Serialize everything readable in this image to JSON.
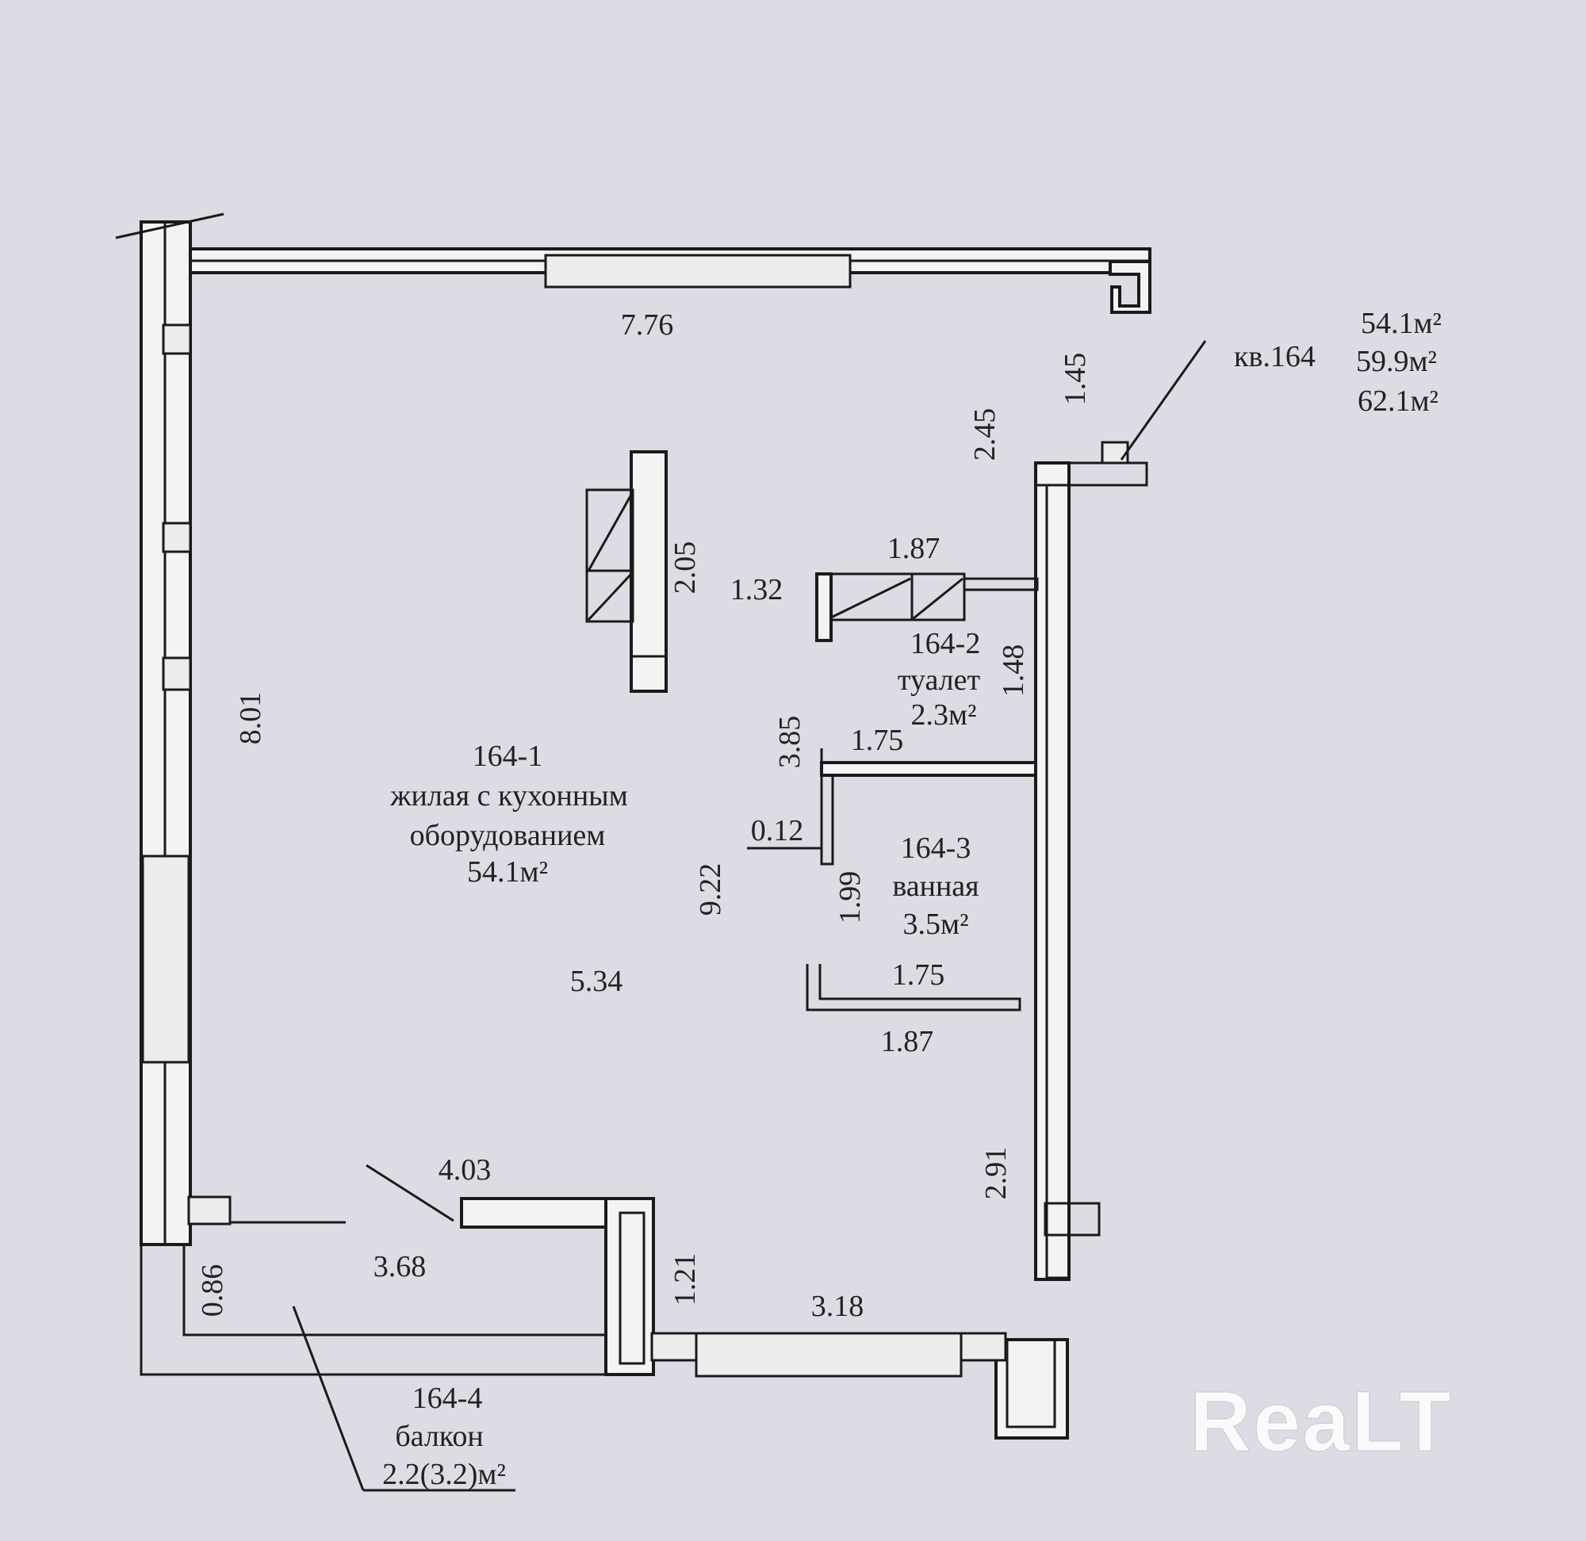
{
  "apartment": {
    "label": "кв.164",
    "areas": [
      "54.1м²",
      "59.9м²",
      "62.1м²"
    ]
  },
  "rooms": [
    {
      "id": "164-1",
      "name": "жилая с кухонным",
      "name2": "оборудованием",
      "area": "54.1м²"
    },
    {
      "id": "164-2",
      "name": "туалет",
      "area": "2.3м²"
    },
    {
      "id": "164-3",
      "name": "ванная",
      "area": "3.5м²"
    },
    {
      "id": "164-4",
      "name": "балкон",
      "area": "2.2(3.2)м²"
    }
  ],
  "dimensions": {
    "top_width": "7.76",
    "left_height": "8.01",
    "right_top_1": "1.45",
    "right_top_2": "2.45",
    "stair_len": "2.05",
    "wc_depth": "1.32",
    "wc_top": "1.87",
    "wc_height": "1.48",
    "corridor_len": "3.85",
    "bath_top": "1.75",
    "wall_thick": "0.12",
    "room_depth": "9.22",
    "bath_height": "1.99",
    "bath_bottom": "1.75",
    "bath_base": "1.87",
    "room_width": "5.34",
    "right_lower": "2.91",
    "step_top": "4.03",
    "balcony_len": "3.68",
    "balcony_depth": "0.86",
    "niche_height": "1.21",
    "niche_width": "3.18"
  },
  "watermark": {
    "text": "ReaLT"
  },
  "colors": {
    "background": "#dcdde4",
    "line": "#1a1a1a",
    "wall_fill": "#f3f3f3"
  }
}
